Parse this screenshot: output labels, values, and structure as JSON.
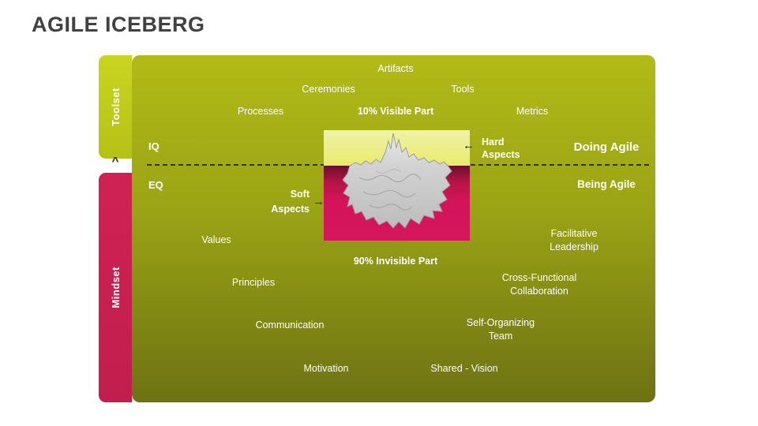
{
  "title": "AGILE ICEBERG",
  "sidebar": {
    "toolset_label": "Toolset",
    "mindset_label": "Mindset"
  },
  "icons": {
    "caret_up": "^",
    "arrow_left": "←",
    "arrow_right": "→"
  },
  "visible_section": {
    "artifacts": "Artifacts",
    "ceremonies": "Ceremonies",
    "tools": "Tools",
    "processes": "Processes",
    "visible_part": "10% Visible Part",
    "metrics": "Metrics",
    "iq": "IQ",
    "doing_agile": "Doing Agile",
    "hard_aspects": "Hard Aspects"
  },
  "invisible_section": {
    "eq": "EQ",
    "being_agile": "Being Agile",
    "soft_aspects": "Soft Aspects",
    "invisible_part": "90% Invisible Part",
    "values": "Values",
    "principles": "Principles",
    "communication": "Communication",
    "motivation": "Motivation",
    "facilitative_leadership": "Facilitative Leadership",
    "cross_functional_collaboration": "Cross-Functional Collaboration",
    "self_organizing_team": "Self-Organizing Team",
    "shared_vision": "Shared - Vision"
  },
  "colors": {
    "panel_top": "#b2bb16",
    "panel_bottom": "#6d7213",
    "toolset_tab": "#c3cf1d",
    "mindset_tab": "#cc2152",
    "iceberg_visible_bg": "#ebee7c",
    "iceberg_invisible_bg": "#d4145a",
    "iceberg_body": "#cccccc",
    "title_text": "#3f4142"
  }
}
